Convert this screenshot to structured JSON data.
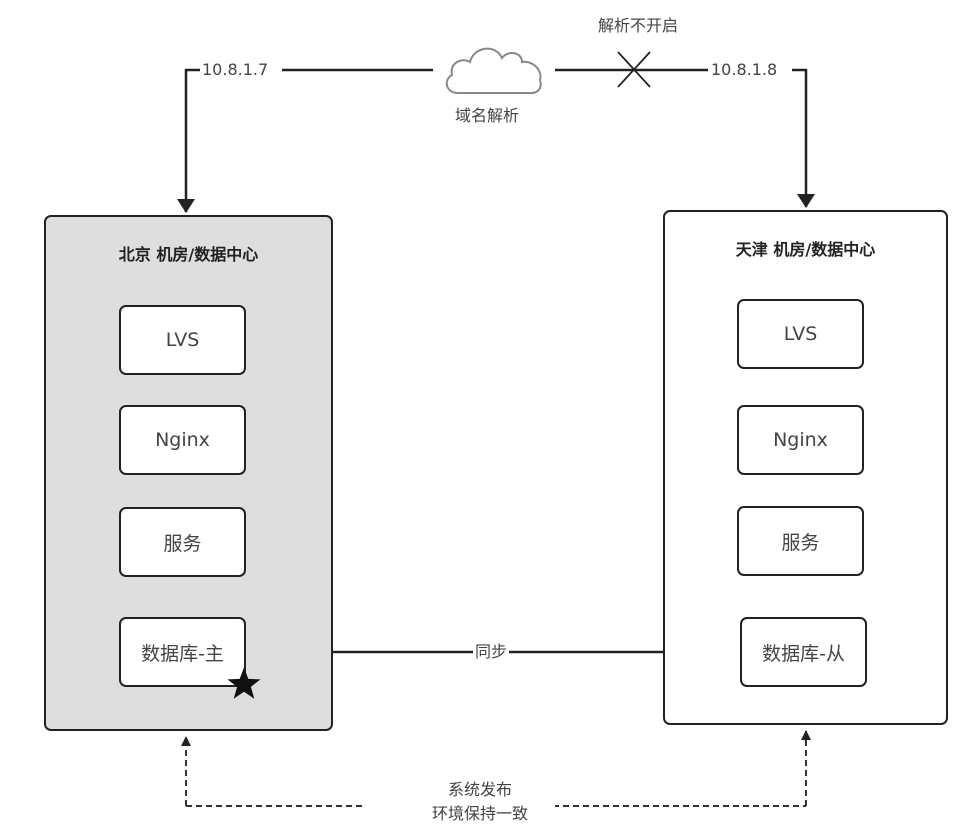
{
  "dns": {
    "label": "域名解析",
    "icon": "cloud-icon",
    "disabled_label": "解析不开启",
    "left_ip": "10.8.1.7",
    "right_ip": "10.8.1.8"
  },
  "datacenters": {
    "beijing": {
      "title": "北京 机房/数据中心",
      "fill": "#dedede",
      "nodes": [
        "LVS",
        "Nginx",
        "服务",
        "数据库-主"
      ],
      "primary_marker": "star-icon"
    },
    "tianjin": {
      "title": "天津 机房/数据中心",
      "fill": "#ffffff",
      "nodes": [
        "LVS",
        "Nginx",
        "服务",
        "数据库-从"
      ]
    }
  },
  "sync_label": "同步",
  "release": {
    "line1": "系统发布",
    "line2": "环境保持一致"
  }
}
